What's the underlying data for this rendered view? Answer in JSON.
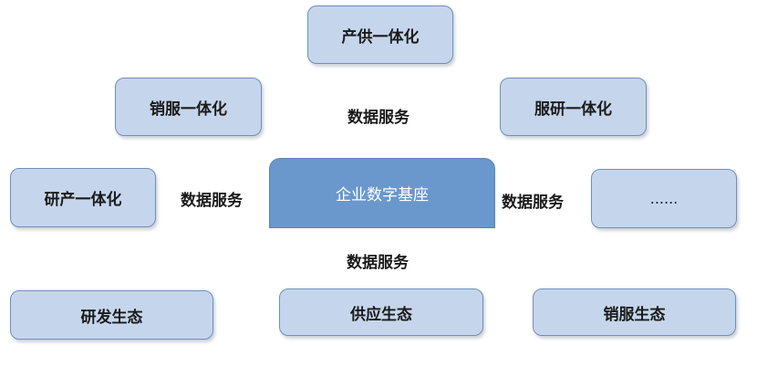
{
  "diagram": {
    "top": "产供一体化",
    "upper_left": "销服一体化",
    "upper_right": "服研一体化",
    "mid_left": "研产一体化",
    "mid_right": "......",
    "core": "企业数字基座",
    "bottom_left": "研发生态",
    "bottom_center": "供应生态",
    "bottom_right": "销服生态",
    "labels": {
      "top": "数据服务",
      "left": "数据服务",
      "right": "数据服务",
      "bottom": "数据服务"
    },
    "colors": {
      "box_fill": "#c5d6ec",
      "box_border": "#6f8fb8",
      "core_fill": "#6a97cc",
      "core_text": "#ffffff"
    }
  }
}
